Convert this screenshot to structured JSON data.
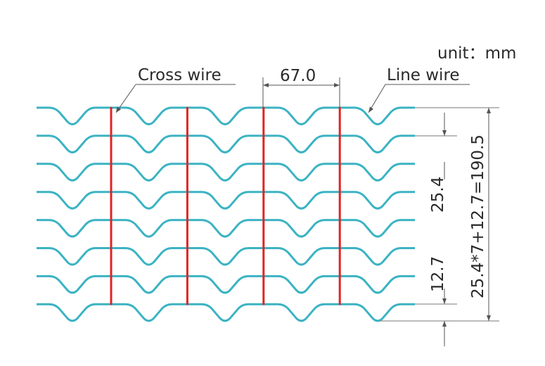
{
  "unit_label": "unit：mm",
  "labels": {
    "cross_wire": "Cross wire",
    "line_wire": "Line wire",
    "cross_wire_spacing": "67.0",
    "line_wire_pitch": "25.4",
    "wave_depth": "12.7",
    "total_height": "25.4*7+12.7=190.5"
  },
  "counts": {
    "line_wires": 8,
    "cross_wires": 4
  },
  "colors": {
    "line_wire": "#3bb3c3",
    "cross_wire": "#e02424",
    "unit": "#3bb3c3",
    "dimension": "#555555",
    "text": "#2a2a2a"
  }
}
